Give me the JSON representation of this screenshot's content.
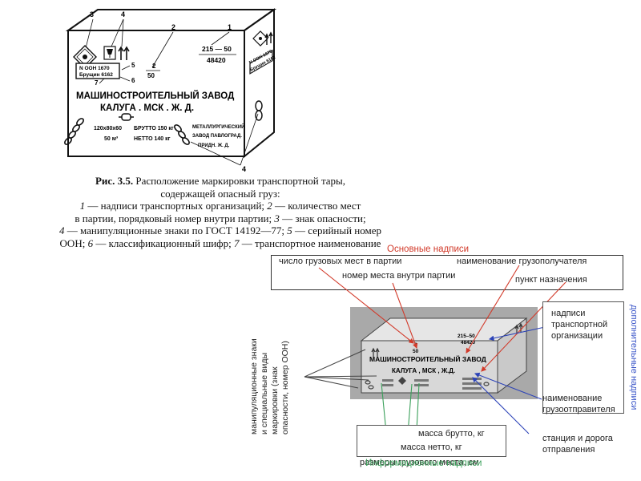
{
  "sketch": {
    "callouts": [
      "3",
      "4",
      "2",
      "1",
      "5",
      "6",
      "7",
      "4"
    ],
    "front": {
      "label_line1": "N OOH 1670",
      "label_line2": "Брущин 6162",
      "fraction_top": "2",
      "fraction_bottom": "50",
      "consignee": "МАШИНОСТРОИТЕЛЬНЫЙ ЗАВОД",
      "destination": "КАЛУГА . МСК . Ж. Д.",
      "dims": "120х80х60",
      "gross": "БРУТТО 150 кг",
      "volume": "50 м³",
      "net": "НЕТТО 140 кг",
      "sender_line1": "МЕТАЛЛУРГИЧЕСКИЙ",
      "sender_line2": "ЗАВОД ПАВЛОГРАД.",
      "sender_line3": "ПРИДН. Ж. Д.",
      "transport_top": "215 — 50",
      "transport_bottom": "48420"
    },
    "side": {
      "label_line1": "N OOH 1670",
      "label_line2": "Брущин 6162"
    }
  },
  "caption": {
    "title": "Рис. 3.5.",
    "line1": "Расположение маркировки транспортной тары,",
    "line2": "содержащей опасный груз:",
    "line3_num": "1",
    "line3": "— надписи транспортных организаций;",
    "line3b_num": "2",
    "line3b": "— количество мест",
    "line4": "в партии, порядковый номер внутри партии;",
    "line4_num": "3",
    "line4b": "— знак опасности;",
    "line5_num": "4",
    "line5": "— манипуляционные знаки по ГОСТ 14192—77;",
    "line5b_num": "5",
    "line5b": "— серийный номер",
    "line6": "ООН;",
    "line6_num": "6",
    "line6b": "— классификационный шифр;",
    "line6c_num": "7",
    "line6c": "— транспортное наименование"
  },
  "annotated": {
    "main_title": "Основные надписи",
    "info_title": "Информационные надписи",
    "extra_title": "дополнительные надписи",
    "main": [
      "число грузовых мест в партии",
      "наименование грузополучателя",
      "номер места внутри партии",
      "пункт назначения"
    ],
    "extra": [
      "надписи транспортной организации",
      "наименование грузоотправителя",
      "станция и дорога отправления"
    ],
    "info": [
      "масса брутто, кг",
      "масса нетто, кг",
      "размеры грузового места, см"
    ],
    "handling": [
      "манипуляционные знаки",
      "и специальные виды",
      "маркировки (знак",
      "опасности, номер ООН)"
    ],
    "photo": {
      "fraction_top": "2",
      "fraction_bottom": "50",
      "transport_top": "215–50",
      "transport_bottom": "48420",
      "consignee": "МАШИНОСТРОИТЕЛЬНЫЙ ЗАВОД",
      "destination": "КАЛУГА , МСК , Ж.Д."
    }
  },
  "colors": {
    "red": "#d23a2a",
    "green": "#3aa05a",
    "blue": "#2c43b8"
  }
}
